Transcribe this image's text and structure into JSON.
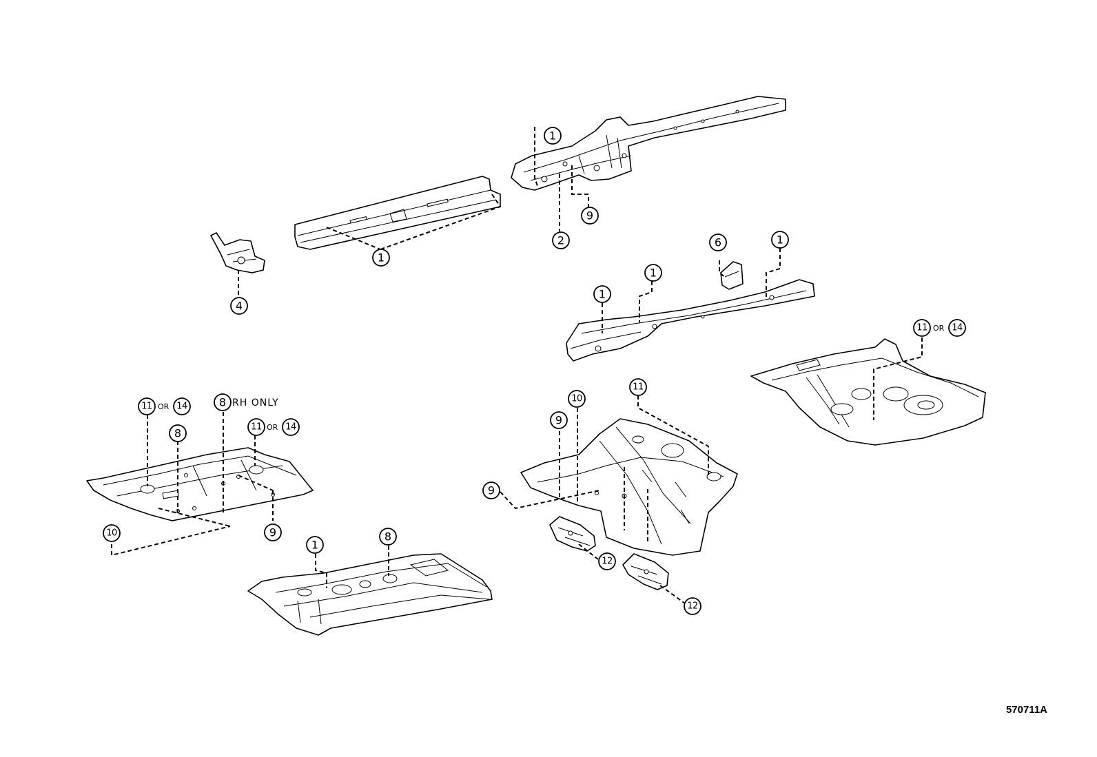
{
  "diagram_code": "570711A",
  "callouts": {
    "c1": "1",
    "c2": "2",
    "c4": "4",
    "c6": "6",
    "c8": "8",
    "c9": "9",
    "c10": "10",
    "c11": "11",
    "c12": "12",
    "c14": "14"
  },
  "notes": {
    "or": "OR",
    "rh_only": "RH ONLY"
  }
}
